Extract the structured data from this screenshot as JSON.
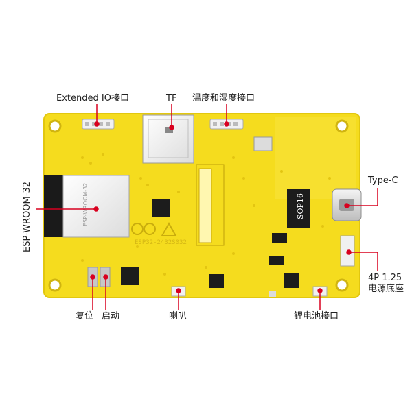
{
  "labels": {
    "extended_io": "Extended IO接口",
    "tf": "TF",
    "temp_humidity": "温度和湿度接口",
    "esp_module": "ESP-WROOM-32",
    "type_c": "Type-C",
    "power_4p_line1": "4P 1.25",
    "power_4p_line2": "电源底座",
    "reset": "复位",
    "boot": "启动",
    "speaker": "喇叭",
    "battery": "锂电池接口"
  },
  "silkscreen": {
    "module_text": "ESP-WROOM-32",
    "chip_text": "SOP16",
    "board_code": "ESP32-2432S032"
  },
  "colors": {
    "pcb": "#f5dc1e",
    "pcb_edge": "#e2c70f",
    "callout": "#d8001f",
    "shield": "#f2f2f2",
    "chip": "#1c1c1c"
  }
}
